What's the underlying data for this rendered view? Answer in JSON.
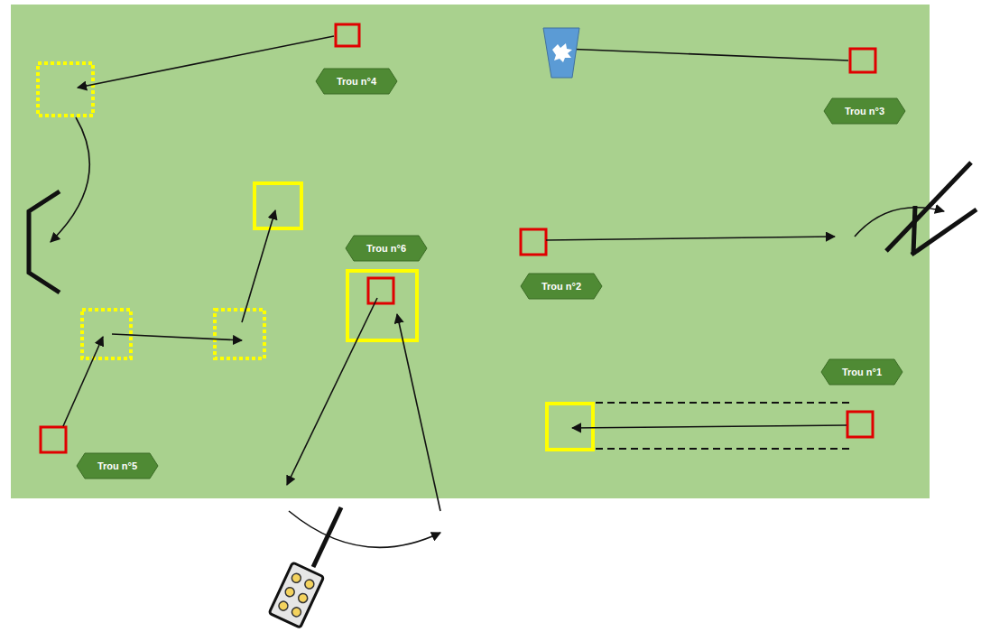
{
  "diagram": {
    "nodes": [
      {
        "text": [
          "Trou n°4"
        ]
      },
      {
        "text": [
          "Trou n°3"
        ]
      },
      {
        "text": [
          "Trou n°6"
        ]
      },
      {
        "text": [
          "Trou n°2"
        ]
      },
      {
        "text": [
          "Trou n°1"
        ]
      },
      {
        "text": [
          "Trou n°5"
        ]
      }
    ]
  }
}
